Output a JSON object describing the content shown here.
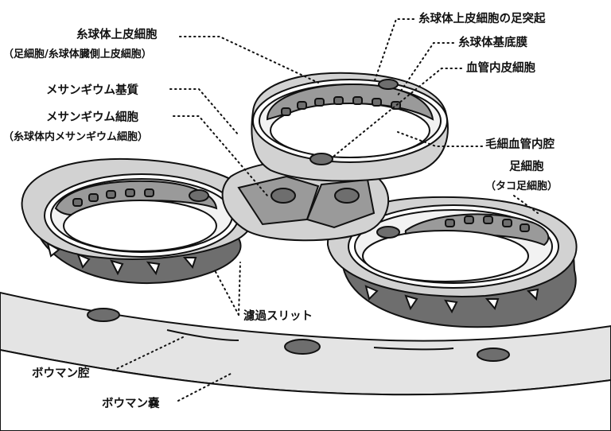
{
  "labels": {
    "podocyte": "糸球体上皮細胞",
    "podocyte_alt": "（足細胞/糸球体臓側上皮細胞）",
    "foot_process": "糸球体上皮細胞の足突起",
    "gbm": "糸球体基底膜",
    "endothelial": "血管内皮細胞",
    "mesangial_matrix": "メサンギウム基質",
    "mesangial_cell": "メサンギウム細胞",
    "mesangial_cell_alt": "（糸球体内メサンギウム細胞）",
    "capillary_lumen": "毛細血管内腔",
    "foot_cell": "足細胞",
    "foot_cell_alt": "（タコ足細胞）",
    "filtration_slit": "濾過スリット",
    "bowman_space": "ボウマン腔",
    "bowman_capsule": "ボウマン嚢"
  },
  "colors": {
    "dark_cell": "#6e6e6e",
    "mid_gray": "#9a9a9a",
    "light_gray": "#d2d2d2",
    "membrane": "#f2f2f2",
    "outline": "#111111"
  }
}
